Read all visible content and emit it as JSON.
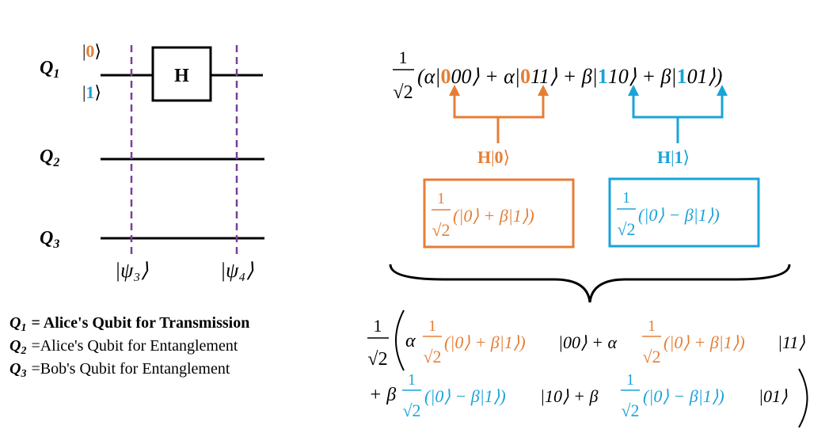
{
  "colors": {
    "orange": "#e57e35",
    "blue": "#1aa3d9",
    "purple": "#7a3f9a",
    "black": "#000000"
  },
  "circuit": {
    "q1_label": "Q",
    "q1_sub": "1",
    "q2_label": "Q",
    "q2_sub": "2",
    "q3_label": "Q",
    "q3_sub": "3",
    "ket0_open": "|",
    "ket0_val": "0",
    "ket0_close": "⟩",
    "ket1_open": "|",
    "ket1_val": "1",
    "ket1_close": "⟩",
    "gate_label": "H",
    "psi3": "|ψ₃⟩",
    "psi4": "|ψ₄⟩"
  },
  "legend": [
    {
      "sym": "Q",
      "sub": "1",
      "text": "= Alice's Qubit for Transmission"
    },
    {
      "sym": "Q",
      "sub": "2",
      "text": "=Alice's Qubit for Entanglement"
    },
    {
      "sym": "Q",
      "sub": "3",
      "text": "=Bob's Qubit for Entanglement"
    }
  ],
  "top_equation": {
    "frac_num": "1",
    "frac_den": "√2",
    "p1": "(α|",
    "q1": "0",
    "p2": "00⟩ + α|",
    "q2": "0",
    "p3": "11⟩ + β|",
    "q3": "1",
    "p4": "10⟩ + β|",
    "q4": "1",
    "p5": "01⟩)"
  },
  "h0_label": {
    "h": "H",
    "bar": "|",
    "val": "0",
    "close": "⟩"
  },
  "h1_label": {
    "h": "H",
    "bar": "|",
    "val": "1",
    "close": "⟩"
  },
  "box_orange": {
    "num": "1",
    "den": "√2",
    "expr": "(|0⟩ + β|1⟩)"
  },
  "box_blue": {
    "num": "1",
    "den": "√2",
    "expr": "(|0⟩ − β|1⟩)"
  },
  "bottom_equation": {
    "outer_num": "1",
    "outer_den": "√2",
    "line1_a1": "α",
    "line1_f1_num": "1",
    "line1_f1_den": "√2",
    "line1_e1": "(|0⟩ + β|1⟩)",
    "line1_k1": "|00⟩ + α",
    "line1_f2_num": "1",
    "line1_f2_den": "√2",
    "line1_e2": "(|0⟩ + β|1⟩)",
    "line1_k2": "|11⟩",
    "line2_a1": "+ β",
    "line2_f1_num": "1",
    "line2_f1_den": "√2",
    "line2_e1": "(|0⟩ − β|1⟩)",
    "line2_k1": "|10⟩ + β",
    "line2_f2_num": "1",
    "line2_f2_den": "√2",
    "line2_e2": "(|0⟩ − β|1⟩)",
    "line2_k2": "|01⟩"
  }
}
